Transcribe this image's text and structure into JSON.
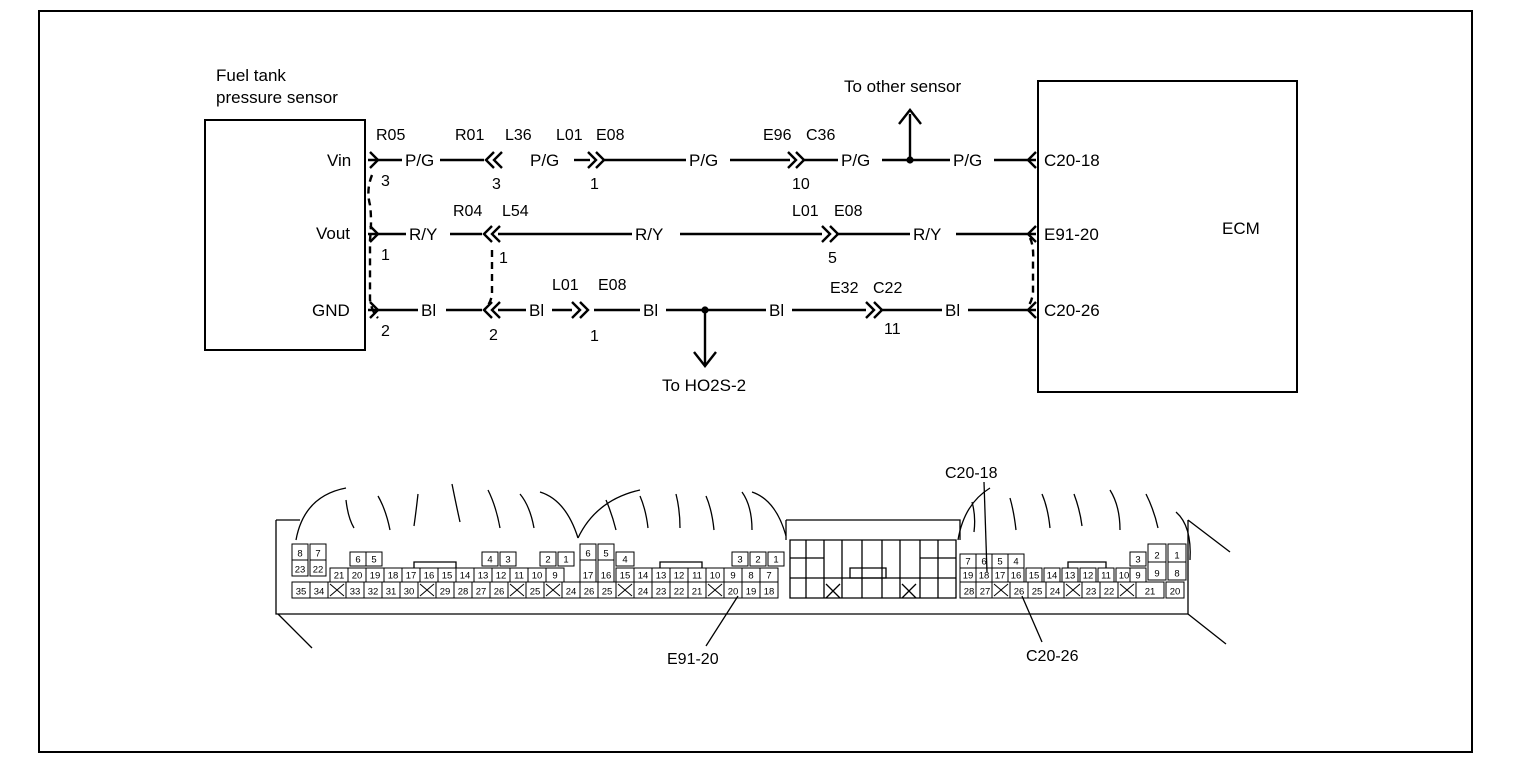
{
  "sensor": {
    "title_line1": "Fuel tank",
    "title_line2": "pressure sensor",
    "terminals": [
      "Vin",
      "Vout",
      "GND"
    ]
  },
  "ecm": {
    "label": "ECM"
  },
  "row1": {
    "wires": [
      "P/G",
      "P/G",
      "P/G",
      "P/G",
      "P/G"
    ],
    "connectors": [
      "R05",
      "R01",
      "L36",
      "L01",
      "E08",
      "E96",
      "C36"
    ],
    "pins": [
      "3",
      "3",
      "1",
      "10"
    ],
    "branch": "To other sensor",
    "ecm_pin": "C20-18"
  },
  "row2": {
    "wires": [
      "R/Y",
      "R/Y",
      "R/Y"
    ],
    "connectors": [
      "R04",
      "L54",
      "L01",
      "E08"
    ],
    "pins": [
      "1",
      "1",
      "5"
    ],
    "ecm_pin": "E91-20"
  },
  "row3": {
    "wires": [
      "Bl",
      "Bl",
      "Bl",
      "Bl",
      "Bl"
    ],
    "connectors": [
      "L01",
      "E08",
      "E32",
      "C22"
    ],
    "pins": [
      "2",
      "2",
      "1",
      "11"
    ],
    "branch": "To HO2S-2",
    "ecm_pin": "C20-26"
  },
  "connector_view": {
    "callouts": [
      "C20-18",
      "E91-20",
      "C20-26"
    ],
    "left_block": {
      "row1": [
        "8",
        "7",
        "6",
        "5",
        "4",
        "3",
        "2",
        "1"
      ],
      "row2": [
        "23",
        "22",
        "21",
        "20",
        "19",
        "18",
        "17",
        "16",
        "15",
        "14",
        "13",
        "12",
        "11",
        "10",
        "9"
      ],
      "row3": [
        "35",
        "34",
        "33",
        "32",
        "31",
        "30",
        "29",
        "28",
        "27",
        "26",
        "25",
        "24"
      ]
    },
    "middle_block": {
      "row1": [
        "6",
        "5",
        "4",
        "3",
        "2",
        "1"
      ],
      "row2": [
        "17",
        "16",
        "15",
        "14",
        "13",
        "12",
        "11",
        "10",
        "9",
        "8",
        "7"
      ],
      "row3": [
        "26",
        "25",
        "24",
        "23",
        "22",
        "21",
        "20",
        "19",
        "18"
      ]
    },
    "right_block": {
      "row1": [
        "7",
        "6",
        "5",
        "4",
        "3",
        "2",
        "1"
      ],
      "row2": [
        "19",
        "18",
        "17",
        "16",
        "15",
        "14",
        "13",
        "12",
        "11",
        "10",
        "9",
        "8"
      ],
      "row3": [
        "28",
        "27",
        "26",
        "25",
        "24",
        "23",
        "22",
        "21",
        "20"
      ]
    }
  }
}
